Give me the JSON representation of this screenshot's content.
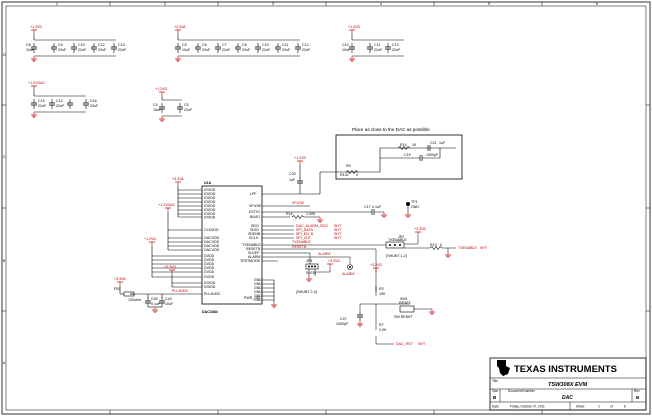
{
  "sheet": {
    "frame_ticks": [
      "1",
      "2",
      "3",
      "4",
      "5",
      "6",
      "A",
      "B",
      "C",
      "D"
    ],
    "note": "Place as close to the DAC as possible",
    "chip_ref": "U1A",
    "chip_part": "DAC3484",
    "title_block": {
      "logo_text": "TEXAS INSTRUMENTS",
      "title_label": "Title",
      "title": "TSW308X EVM",
      "size_label": "Size",
      "size": "B",
      "docnum_label": "Document Number",
      "docnum": "DAC",
      "rev_label": "Rev",
      "rev": "B",
      "date_label": "Date:",
      "date": "Friday, October 07, 2011",
      "sheet_label": "Sheet",
      "sheet_num": "2",
      "of_label": "of",
      "sheet_total": "6"
    }
  },
  "rails": {
    "r1": "+1.2VD",
    "r2": "+3.3VA",
    "r3": "+1.2VD",
    "r4": "+1.2VDAC",
    "r5": "+1.2VD",
    "r6": "+1.2VD",
    "r7": "+3.3VA",
    "r8": "+1.2VDAC",
    "r9": "+1.2VD",
    "r10": "+3.3VA",
    "r11": "+3.3VD",
    "r12": "+3.3VD",
    "r13": "+3.3VD"
  },
  "caps_g1": [
    "C8",
    "C9",
    "C10",
    "C12",
    "C13"
  ],
  "caps_g1_vals": [
    "10uF",
    "22uF",
    "22uF",
    "22uF",
    "22uF"
  ],
  "caps_g2": [
    "C5",
    "C6",
    "C7",
    "C8",
    "C10",
    "C11",
    "C12"
  ],
  "caps_g2_vals": [
    "10uF",
    "22uF",
    "22uF",
    "22uF",
    "22uF",
    "22uF",
    "22uF"
  ],
  "caps_g3": [
    "C10",
    "C11",
    "C13"
  ],
  "caps_g3_vals": [
    "10uF",
    "22uF",
    "22uF"
  ],
  "caps_g4": [
    "C15",
    "C14",
    "C16"
  ],
  "caps_g4_vals": [
    "22uF",
    "22uF",
    "22uF"
  ],
  "caps_g5": [
    "C4",
    "C5"
  ],
  "caps_g5_vals": [
    "10uF",
    "22uF"
  ],
  "left_pins": {
    "g_iovdd": [
      "IOVDD",
      "IOVDD",
      "IOVDD",
      "IOVDD",
      "IOVDD",
      "IOVDD",
      "IOVDD",
      "IOVDD"
    ],
    "g_clk": [
      "CLKVDD"
    ],
    "g_dac": [
      "DACVDD",
      "DACVDD",
      "DACVDD",
      "DACVDD"
    ],
    "g_dvdd": [
      "DVDD",
      "DVDD",
      "DVDD",
      "DVDD",
      "DVDD",
      "DVDD"
    ],
    "g_io": [
      "IOVDD",
      "IOVDD"
    ],
    "g_pll": [
      "PLLAVDD"
    ]
  },
  "right_pins": {
    "top": [
      "LPF",
      "VFUSE"
    ],
    "mid": [
      "EXTIO",
      "BIASJ"
    ],
    "spi": [
      "SDO",
      "SDIO",
      "SDENB",
      "SCLK"
    ],
    "ctrl": [
      "TXENABLE",
      "RESETB",
      "SLEEP",
      "ALARM",
      "TESTMODE"
    ],
    "gnd": [
      "GND",
      "GND",
      "GND",
      "GND",
      "GND",
      "GND",
      "PWR_ON"
    ]
  },
  "nets": {
    "spi_nets": [
      "DAC_ALARM_SDO",
      "SPI_DATA",
      "SPI_EN_B",
      "SPI_CLK"
    ],
    "txen": "TXENABLE",
    "resetb": "RESETB",
    "dac_rst": "DAC_RST",
    "sheet_ref": "SHT",
    "alarm_net": "ALARM",
    "vfuse": "VFUSE",
    "pll_net": "PLLAVDD"
  },
  "components": {
    "tp1": "TP1",
    "tp1_val": "GND",
    "fb1": "FB1",
    "fb1_val": "130ohm",
    "jp2": "JP2",
    "jp2_label": "TXENABLE",
    "jp2_shunt": "(SHUNT 1-2)",
    "jp3": "JP3",
    "jp3_label": "SLEEP",
    "jp3_shunt": "(SHUNT 2-3)",
    "sw1": "SW1",
    "sw1_val": "RESET",
    "sw1_label": "SW RESET",
    "r_note_a": "R14",
    "r_note_b": "1K",
    "c_note_a": "C21",
    "c_note_b": "1uF",
    "c_note_c": "C19",
    "c_note_d": "1000pF",
    "r_bias": "R16",
    "r_bias_val": "1.00K",
    "c_ext": "C17",
    "c_ext_val": "0.1uF",
    "r_lpf": "R9",
    "r_lpf_val": "0",
    "c_lpf": "C20",
    "c_lpf_val": "1uF",
    "r_ref": "R132",
    "r_ref_val": "0",
    "c_pll1": "C45",
    "c_pll1_val": "0.1uF",
    "c_pll2": "C43",
    "c_pll2_val": "10uF",
    "r_txen": "R13",
    "r_txen_val": "0",
    "r_reset": "R3",
    "r_reset_val": "10K",
    "r_reset2": "R7",
    "r_reset2_val": "2.0K",
    "c_reset": "C47",
    "c_reset_val": "1000pF",
    "led_net": "ALARM"
  }
}
